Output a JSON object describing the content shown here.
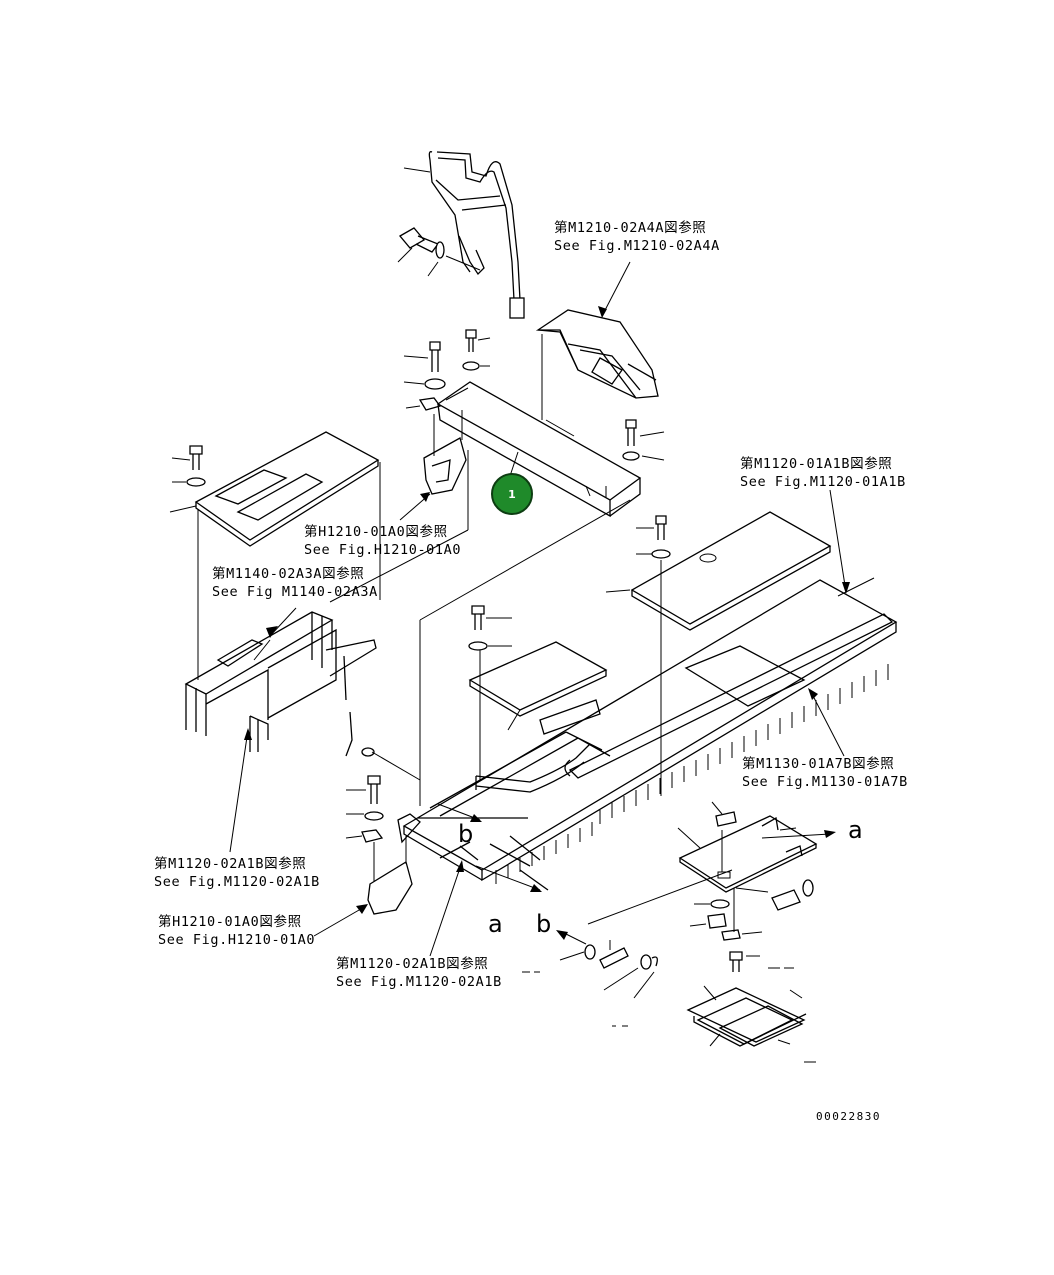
{
  "references": {
    "m1210_02a4a": {
      "jp": "第M1210-02A4A図参照",
      "en": "See Fig.M1210-02A4A"
    },
    "h1210_01a0_top": {
      "jp": "第H1210-01A0図参照",
      "en": "See Fig.H1210-01A0"
    },
    "m1140_02a3a": {
      "jp": "第M1140-02A3A図参照",
      "en": "See Fig M1140-02A3A"
    },
    "m1120_01a1b": {
      "jp": "第M1120-01A1B図参照",
      "en": "See Fig.M1120-01A1B"
    },
    "m1130_01a7b": {
      "jp": "第M1130-01A7B図参照",
      "en": "See Fig.M1130-01A7B"
    },
    "m1120_02a1b_left": {
      "jp": "第M1120-02A1B図参照",
      "en": "See Fig.M1120-02A1B"
    },
    "h1210_01a0_bottom": {
      "jp": "第H1210-01A0図参照",
      "en": "See Fig.H1210-01A0"
    },
    "m1120_02a1b_bottom": {
      "jp": "第M1120-02A1B図参照",
      "en": "See Fig.M1120-02A1B"
    }
  },
  "section_markers": {
    "a_right": "a",
    "a_bottom": "a",
    "b_middle": "b",
    "b_bottom": "b"
  },
  "callout": {
    "number": "1",
    "color": "#1f8a2a"
  },
  "drawing_number": "00022830",
  "colors": {
    "line": "#000000",
    "background": "#ffffff"
  }
}
